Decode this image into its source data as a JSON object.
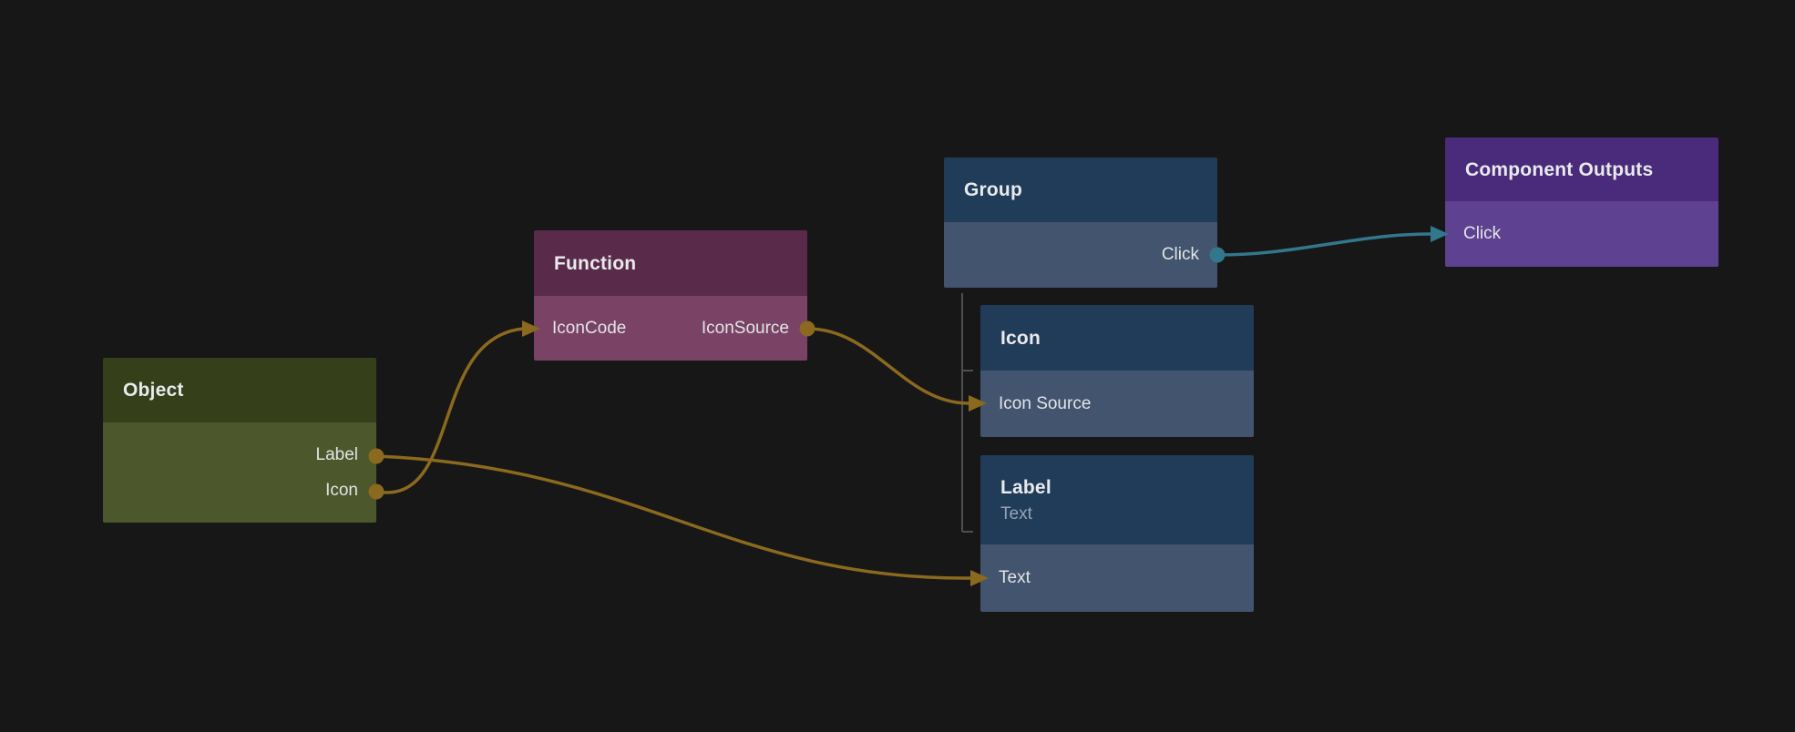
{
  "canvas": {
    "background": "#171717"
  },
  "colors": {
    "title_text": "#E9EAEC",
    "port_text": "#E2E4E7",
    "subtitle_text": "#95A3B6",
    "edge_gold": "#8B691E",
    "edge_teal": "#32778C",
    "bracket_grey": "#4F4F4F"
  },
  "nodes": {
    "object": {
      "title": "Object",
      "header_color": "#35401A",
      "body_color": "#4C582B",
      "ports": [
        {
          "label": "Label",
          "direction": "output"
        },
        {
          "label": "Icon",
          "direction": "output"
        }
      ]
    },
    "function": {
      "title": "Function",
      "header_color": "#5A2A4B",
      "body_color": "#7A4366",
      "ports": [
        {
          "label": "IconCode",
          "direction": "input"
        },
        {
          "label": "IconSource",
          "direction": "output"
        }
      ]
    },
    "group": {
      "title": "Group",
      "header_color": "#213C58",
      "body_color": "#42546E",
      "ports": [
        {
          "label": "Click",
          "direction": "output"
        }
      ]
    },
    "icon": {
      "title": "Icon",
      "header_color": "#213C58",
      "body_color": "#42546E",
      "ports": [
        {
          "label": "Icon Source",
          "direction": "input"
        }
      ]
    },
    "label": {
      "title": "Label",
      "subtitle": "Text",
      "header_color": "#213C58",
      "body_color": "#42546E",
      "ports": [
        {
          "label": "Text",
          "direction": "input"
        }
      ]
    },
    "component_outputs": {
      "title": "Component Outputs",
      "header_color": "#4A2A7B",
      "body_color": "#5E4190",
      "ports": [
        {
          "label": "Click",
          "direction": "input"
        }
      ]
    }
  },
  "edges": [
    {
      "id": "object-icon-to-function-iconcode",
      "from": "object.Icon",
      "to": "function.IconCode",
      "color": "#8B691E"
    },
    {
      "id": "object-label-to-label-text",
      "from": "object.Label",
      "to": "label.Text",
      "color": "#8B691E"
    },
    {
      "id": "function-iconsource-to-icon-iconsource",
      "from": "function.IconSource",
      "to": "icon.Icon Source",
      "color": "#8B691E"
    },
    {
      "id": "group-click-to-componentoutputs-click",
      "from": "group.Click",
      "to": "component_outputs.Click",
      "color": "#32778C"
    }
  ],
  "hierarchy": {
    "parent": "group",
    "children": [
      "icon",
      "label"
    ],
    "line_color": "#4F4F4F"
  }
}
